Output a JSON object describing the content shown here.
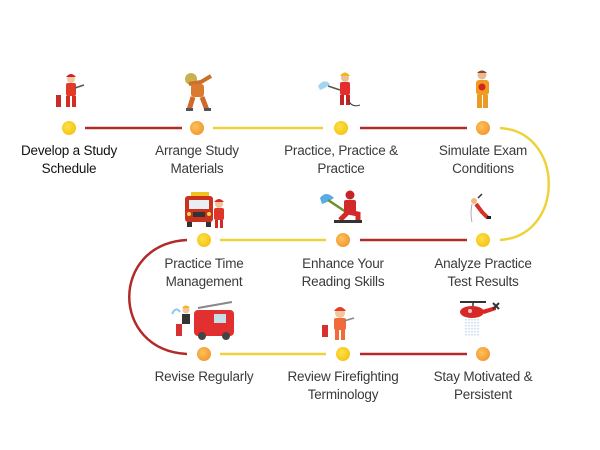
{
  "diagram": {
    "type": "serpentine-roadmap",
    "colors": {
      "yellow": "#f5cc1e",
      "orange": "#f7a43e",
      "line_red": "#b22a2a",
      "line_yellow": "#efd23a",
      "text": "#3a3a3a"
    },
    "steps": [
      {
        "label_1": "Develop a Study",
        "label_2": "Schedule",
        "icon": "firefighter-with-hose-icon",
        "dot": "yellow"
      },
      {
        "label_1": "Arrange Study",
        "label_2": "Materials",
        "icon": "dabbing-firefighter-icon",
        "dot": "orange"
      },
      {
        "label_1": "Practice, Practice &",
        "label_2": "Practice",
        "icon": "firefighter-spraying-water-icon",
        "dot": "yellow"
      },
      {
        "label_1": "Simulate Exam",
        "label_2": "Conditions",
        "icon": "standing-firefighter-icon",
        "dot": "orange"
      },
      {
        "label_1": "Analyze Practice",
        "label_2": "Test Results",
        "icon": "rappelling-firefighter-icon",
        "dot": "yellow"
      },
      {
        "label_1": "Enhance Your",
        "label_2": "Reading Skills",
        "icon": "kneeling-firefighter-hose-icon",
        "dot": "orange"
      },
      {
        "label_1": "Practice Time",
        "label_2": "Management",
        "icon": "fire-truck-with-firefighter-icon",
        "dot": "yellow"
      },
      {
        "label_1": "Revise Regularly",
        "label_2": "",
        "icon": "fire-engine-ladder-icon",
        "dot": "orange"
      },
      {
        "label_1": "Review Firefighting",
        "label_2": "Terminology",
        "icon": "firefighter-hydrant-icon",
        "dot": "yellow"
      },
      {
        "label_1": "Stay Motivated &",
        "label_2": "Persistent",
        "icon": "fire-helicopter-icon",
        "dot": "orange"
      }
    ]
  }
}
